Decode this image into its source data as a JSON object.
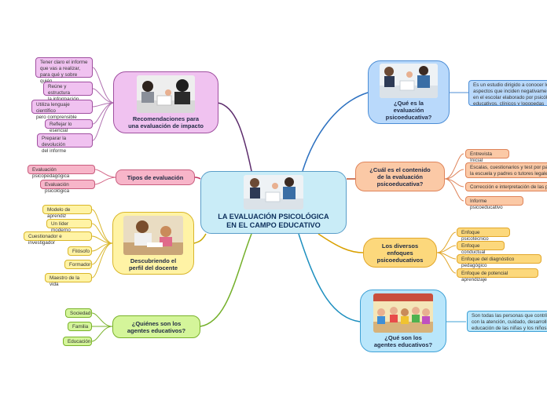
{
  "center": {
    "title": "LA EVALUACIÓN PSICOLÓGICA\nEN EL CAMPO EDUCATIVO"
  },
  "recomendaciones": {
    "title": "Recomendaciones para\nuna evaluación de impacto",
    "items": [
      "Tener claro el informe\nque vas a realizar,\npara qué y sobre quién",
      "Reúne y estructura\nla información",
      "Utiliza lenguaje científico\npero comprensible",
      "Reflejar lo esencial",
      "Preparar la devolución\ndel informe"
    ],
    "color": "#f0c2f0"
  },
  "tipos": {
    "title": "Tipos de evaluación",
    "items": [
      "Evaluación psicopedagógica",
      "Evaluación psicológica"
    ],
    "color": "#f7b5c9"
  },
  "perfil": {
    "title": "Descubriendo el\nperfil del docente",
    "items": [
      "Modelo de aprendiz",
      "Un líder moderno",
      "Cuestionador e investigador",
      "Filósofo",
      "Formador",
      "Maestro de la vida"
    ],
    "color": "#fff3a5"
  },
  "agentes": {
    "title": "¿Quiénes son los\nagentes educativos?",
    "items": [
      "Sociedad",
      "Familia",
      "Educación"
    ],
    "color": "#d4f59a"
  },
  "que_es": {
    "title": "¿Qué es la\nevaluación\npsicoeducativa?",
    "desc": "Es un estudio dirigido a conocer los\naspectos que inciden negativamente\nen el escolar elaborado por psicólogos\neducativos, clínicos y logopedas",
    "color": "#b9d9fb"
  },
  "contenido": {
    "title": "¿Cuál es el contenido\nde la evaluación\npsicoeducativa?",
    "items": [
      "Entrevista Inicial",
      "Escalas, cuestionarios y test por parte de\nla escuela y padres o tutores legales",
      "Corrección e interpretación de las pruebas",
      "Informe psicoeducativo"
    ],
    "color": "#fbc9a6"
  },
  "enfoques": {
    "title": "Los diversos\nenfoques\npsicoeducativos",
    "items": [
      "Enfoque psicotécnico",
      "Enfoque conductual",
      "Enfoque del diagnóstico pedagógico",
      "Enfoque de potencial aprendizaje"
    ],
    "color": "#fcd87c"
  },
  "agentes_def": {
    "title": "¿Qué son los\nagentes educativos?",
    "desc": "Son todas las personas que contribuyen\ncon la atención, cuidado, desarrollo y\neducación de las niñas y los niños",
    "color": "#b9e6fb"
  }
}
